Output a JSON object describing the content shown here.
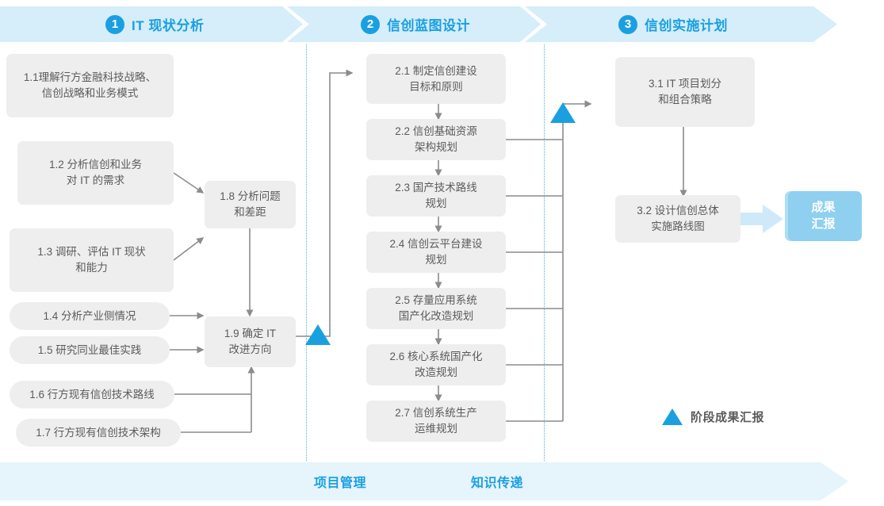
{
  "phases": [
    {
      "num": "1",
      "title": "IT 现状分析"
    },
    {
      "num": "2",
      "title": "信创蓝图设计"
    },
    {
      "num": "3",
      "title": "信创实施计划"
    }
  ],
  "phase1_tasks": [
    {
      "id": "1.1",
      "label": "1.1理解行方金融科技战略、\n信创战略和业务模式"
    },
    {
      "id": "1.2",
      "label": "1.2 分析信创和业务\n对 IT 的需求"
    },
    {
      "id": "1.3",
      "label": "1.3 调研、评估 IT 现状\n和能力"
    },
    {
      "id": "1.4",
      "label": "1.4 分析产业侧情况"
    },
    {
      "id": "1.5",
      "label": "1.5 研究同业最佳实践"
    },
    {
      "id": "1.6",
      "label": "1.6 行方现有信创技术路线"
    },
    {
      "id": "1.7",
      "label": "1.7 行方现有信创技术架构"
    },
    {
      "id": "1.8",
      "label": "1.8 分析问题\n和差距"
    },
    {
      "id": "1.9",
      "label": "1.9 确定 IT\n改进方向"
    }
  ],
  "phase2_tasks": [
    {
      "id": "2.1",
      "label": "2.1 制定信创建设\n目标和原则"
    },
    {
      "id": "2.2",
      "label": "2.2 信创基础资源\n架构规划"
    },
    {
      "id": "2.3",
      "label": "2.3 国产技术路线\n规划"
    },
    {
      "id": "2.4",
      "label": "2.4 信创云平台建设\n规划"
    },
    {
      "id": "2.5",
      "label": "2.5 存量应用系统\n国产化改造规划"
    },
    {
      "id": "2.6",
      "label": "2.6 核心系统国产化\n改造规划"
    },
    {
      "id": "2.7",
      "label": "2.7 信创系统生产\n运维规划"
    }
  ],
  "phase3_tasks": [
    {
      "id": "3.1",
      "label": "3.1 IT 项目划分\n和组合策略"
    },
    {
      "id": "3.2",
      "label": "3.2 设计信创总体\n实施路线图"
    }
  ],
  "result_badge": {
    "label": "成果\n汇报"
  },
  "legend": {
    "label": "阶段成果汇报"
  },
  "bottom_band": {
    "items": [
      {
        "label": "项目管理"
      },
      {
        "label": "知识传递"
      }
    ]
  },
  "colors": {
    "accent": "#1aa0e0",
    "band": "#d6edfa",
    "bottom_band": "#e6f4fc",
    "box": "#eeeeee",
    "box_text": "#5b5b5b",
    "badge": "#8fd0f0",
    "wire": "#8c8c8c",
    "divider": "#49b4e4"
  }
}
